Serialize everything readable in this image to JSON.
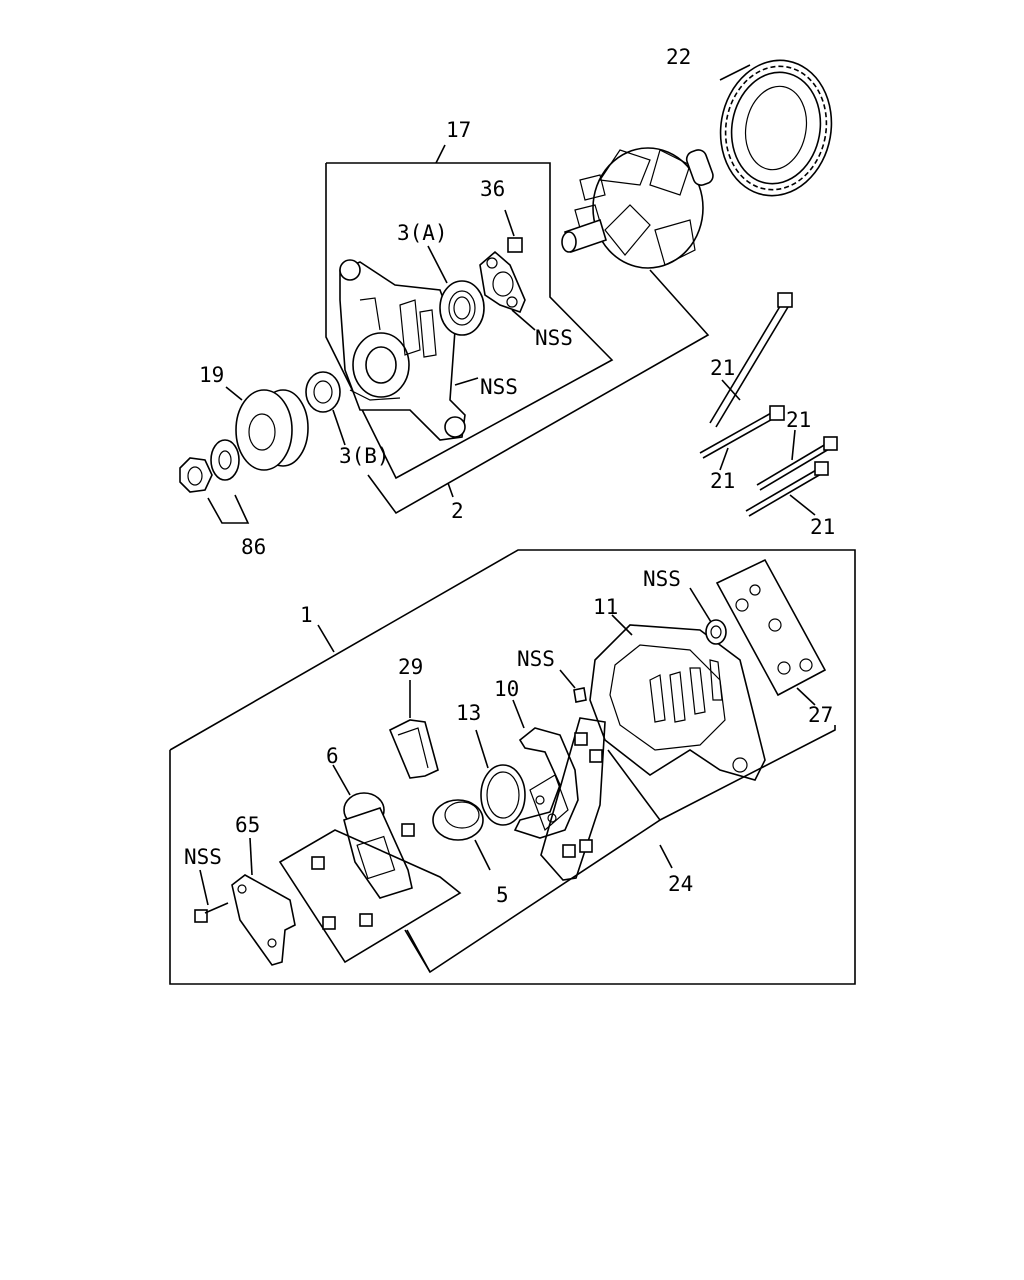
{
  "callouts": {
    "c1": "1",
    "c2": "2",
    "c3a": "3(A)",
    "c3b": "3(B)",
    "c5": "5",
    "c6": "6",
    "c10": "10",
    "c11": "11",
    "c13": "13",
    "c17": "17",
    "c19": "19",
    "c21a": "21",
    "c21b": "21",
    "c21c": "21",
    "c21d": "21",
    "c22": "22",
    "c24": "24",
    "c27": "27",
    "c29": "29",
    "c36": "36",
    "c65": "65",
    "c86": "86",
    "nss1": "NSS",
    "nss2": "NSS",
    "nss3": "NSS",
    "nss4": "NSS",
    "nss5": "NSS"
  }
}
